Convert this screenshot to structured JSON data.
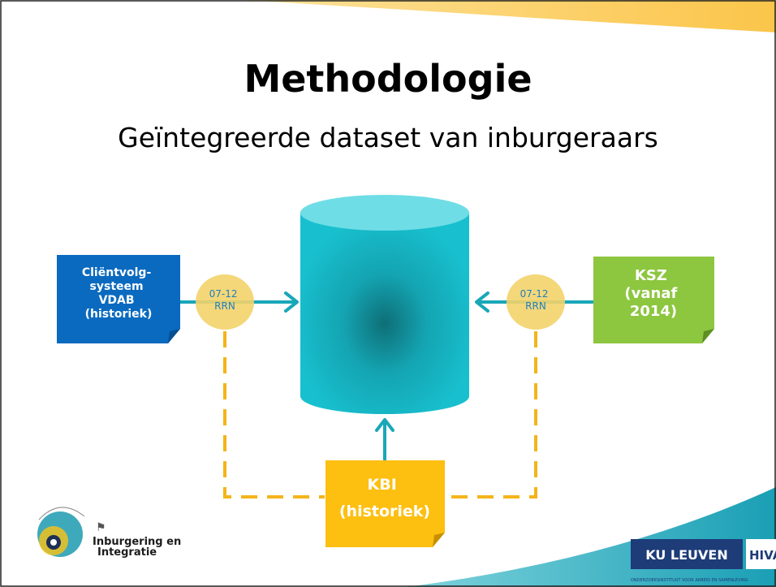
{
  "slide": {
    "title": "Methodologie",
    "subtitle": "Geïntegreerde dataset van inburgeraars"
  },
  "sources": {
    "vdab": [
      "Cliëntvolg-",
      "systeem",
      "VDAB",
      "(historiek)"
    ],
    "ksz": [
      "KSZ",
      "(vanaf",
      "2014)"
    ],
    "kbi": [
      "KBI",
      "(historiek)"
    ]
  },
  "keys": {
    "left": [
      "07-12",
      "RRN"
    ],
    "right": [
      "07-12",
      "RRN"
    ]
  },
  "logos": {
    "left": [
      "Inburgering en",
      "Integratie"
    ],
    "right_main": "KU LEUVEN",
    "right_partner": "HIVA",
    "right_caption": "ONDERZOEKSINSTITUUT VOOR ARBEID EN SAMENLEVING"
  },
  "colors": {
    "database": "#17b5c4",
    "vdab_box": "#0a6abf",
    "ksz_box": "#8dc63f",
    "kbi_box": "#fdbf10",
    "key_ellipse": "#f3d36a",
    "dashed_line": "#f4b41a",
    "arrow": "#19a7b8",
    "top_band": "#fcd26a",
    "bottom_band": "#1aa1b6"
  }
}
